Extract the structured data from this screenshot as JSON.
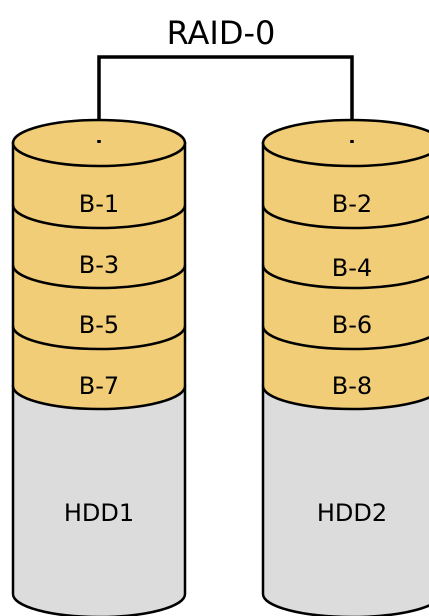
{
  "title": "RAID-0",
  "colors": {
    "block_fill": "#f2cd78",
    "disk_fill": "#dcdcdc",
    "outline": "#000000"
  },
  "disks": [
    {
      "name": "HDD1",
      "blocks": [
        "B-1",
        "B-3",
        "B-5",
        "B-7"
      ]
    },
    {
      "name": "HDD2",
      "blocks": [
        "B-2",
        "B-4",
        "B-6",
        "B-8"
      ]
    }
  ]
}
